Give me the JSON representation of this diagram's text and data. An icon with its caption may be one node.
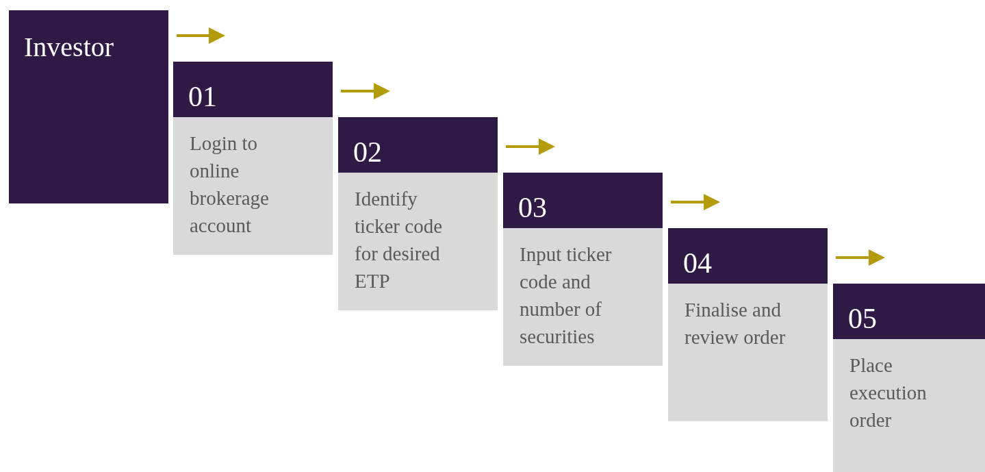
{
  "diagram": {
    "nodes": [
      {
        "text": [
          "Investor"
        ]
      },
      {
        "text": [
          "01",
          "Login to online brokerage account"
        ]
      },
      {
        "text": [
          "02",
          "Identify ticker code for desired ETP"
        ]
      },
      {
        "text": [
          "03",
          "Input ticker code and number of securities"
        ]
      },
      {
        "text": [
          "04",
          "Finalise and review order"
        ]
      },
      {
        "text": [
          "05",
          "Place execution order"
        ]
      }
    ],
    "edges": [
      {
        "from": 0,
        "to": 1,
        "arrow": "to"
      },
      {
        "from": 1,
        "to": 2,
        "arrow": "to"
      },
      {
        "from": 2,
        "to": 3,
        "arrow": "to"
      },
      {
        "from": 3,
        "to": 4,
        "arrow": "to"
      },
      {
        "from": 4,
        "to": 5,
        "arrow": "to"
      }
    ]
  }
}
